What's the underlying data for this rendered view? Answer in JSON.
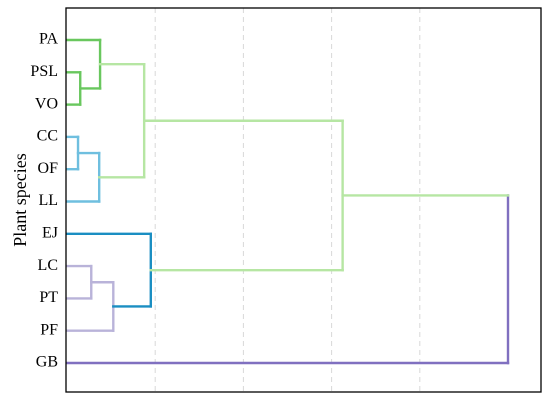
{
  "chart_data": {
    "type": "dendrogram",
    "ylabel": "Plant species",
    "leaves": [
      "PA",
      "PSL",
      "VO",
      "CC",
      "OF",
      "LL",
      "EJ",
      "LC",
      "PT",
      "PF",
      "GB"
    ],
    "grid": "vertical-dashed",
    "x_range": [
      0,
      1
    ],
    "grid_x": [
      0.2,
      0.4,
      0.6,
      0.8
    ],
    "merges": [
      {
        "id": "m1",
        "children": [
          "PSL",
          "VO"
        ],
        "height": 0.03,
        "color": "#69c75e"
      },
      {
        "id": "m2",
        "children": [
          "PA",
          "m1"
        ],
        "height": 0.075,
        "color": "#69c75e"
      },
      {
        "id": "m3",
        "children": [
          "CC",
          "OF"
        ],
        "height": 0.025,
        "color": "#6fbfdf"
      },
      {
        "id": "m4",
        "children": [
          "m3",
          "LL"
        ],
        "height": 0.073,
        "color": "#6fbfdf"
      },
      {
        "id": "m5",
        "children": [
          "m2",
          "m4"
        ],
        "height": 0.175,
        "color": "#b6e6a3"
      },
      {
        "id": "m6",
        "children": [
          "LC",
          "PT"
        ],
        "height": 0.055,
        "color": "#b9b3d9"
      },
      {
        "id": "m7",
        "children": [
          "m6",
          "PF"
        ],
        "height": 0.105,
        "color": "#b9b3d9"
      },
      {
        "id": "m8",
        "children": [
          "EJ",
          "m7"
        ],
        "height": 0.19,
        "color": "#1a8ec2"
      },
      {
        "id": "m9",
        "children": [
          "m5",
          "m8"
        ],
        "height": 0.625,
        "color": "#b6e6a3"
      },
      {
        "id": "m10",
        "children": [
          "m9",
          "GB"
        ],
        "height": 1.0,
        "color": "#8070c0"
      }
    ],
    "link_colors": {
      "m8_to_m9": "#b6e6a3",
      "m9_to_m10": "#b6e6a3"
    }
  }
}
